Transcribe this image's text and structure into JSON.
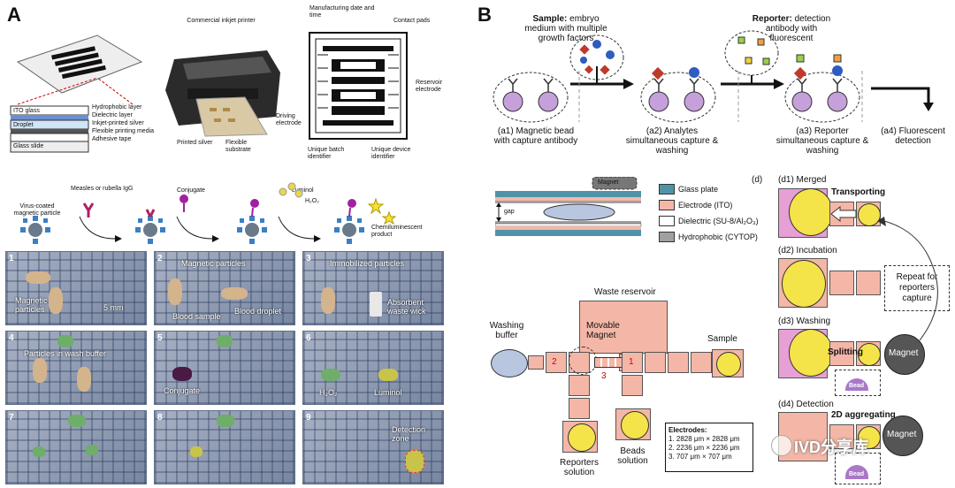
{
  "panel_a": {
    "letter": "A",
    "device_labels": {
      "ito_glass": "ITO glass",
      "droplet": "Droplet",
      "glass_slide": "Glass slide",
      "legend": [
        "Hydrophobic layer",
        "Dielectric layer",
        "Inkjet-printed silver",
        "Flexible printing media",
        "Adhesive tape"
      ],
      "printer": "Commercial inkjet printer",
      "printed_silver": "Printed silver",
      "flexible_substrate": "Flexible substrate",
      "manufacturing": "Manufacturing date and time",
      "contact_pads": "Contact pads",
      "reservoir_electrode": "Reservoir electrode",
      "driving_electrode": "Driving electrode",
      "batch_identifier": "Unique batch identifier",
      "device_identifier": "Unique device identifier"
    },
    "assay_steps": {
      "particle": "Virus-coated magnetic particle",
      "igg": "Measles or rubella IgG",
      "conjugate": "Conjugate",
      "luminol": "Luminol",
      "h2o2": "H₂O₂",
      "product": "Chemiluminescent product"
    },
    "photos": [
      {
        "num": "1",
        "texts": [
          "Magnetic particles",
          "5 mm"
        ]
      },
      {
        "num": "2",
        "texts": [
          "Magnetic particles",
          "Blood sample",
          "Blood droplet"
        ]
      },
      {
        "num": "3",
        "texts": [
          "Immobilized particles",
          "Absorbent waste wick"
        ]
      },
      {
        "num": "4",
        "texts": [
          "Particles in wash buffer"
        ]
      },
      {
        "num": "5",
        "texts": [
          "Conjugate"
        ]
      },
      {
        "num": "6",
        "texts": [
          "H₂O₂",
          "Luminol"
        ]
      },
      {
        "num": "7",
        "texts": []
      },
      {
        "num": "8",
        "texts": []
      },
      {
        "num": "9",
        "texts": [
          "Detection zone"
        ]
      }
    ]
  },
  "panel_b": {
    "letter": "B",
    "sample_bold": "Sample:",
    "sample_text": "embryo medium with multiple growth factors",
    "reporter_bold": "Reporter:",
    "reporter_text": "detection antibody with fluorescent",
    "steps": [
      "(a1) Magnetic bead with capture antibody",
      "(a2) Analytes simultaneous capture & washing",
      "(a3) Reporter simultaneous capture & washing",
      "(a4) Fluorescent detection"
    ],
    "magnet": "Magnet",
    "gap": "gap",
    "legend": [
      {
        "label": "Glass plate",
        "color": "#4f93a8"
      },
      {
        "label": "Electrode (ITO)",
        "color": "#f4b7a7"
      },
      {
        "label": "Dielectric (SU-8/Al₂O₃)",
        "color": "#ffffff"
      },
      {
        "label": "Hydrophobic (CYTOP)",
        "color": "#a0a0a0"
      }
    ],
    "layout": {
      "waste": "Waste reservoir",
      "washing": "Washing buffer",
      "movable_magnet": "Movable Magnet",
      "sample": "Sample",
      "reporters": "Reporters solution",
      "beads": "Beads solution",
      "n1": "1",
      "n2": "2",
      "n3": "3",
      "electrodes_title": "Electrodes:",
      "electrodes": [
        "1. 2828 μm × 2828 μm",
        "2. 2236 μm × 2236 μm",
        "3. 707 μm × 707 μm"
      ]
    },
    "d_label": "(d)",
    "d_steps": {
      "d1": "(d1) Merged",
      "transporting": "Transporting",
      "d2": "(d2) Incubation",
      "d3": "(d3) Washing",
      "splitting": "Splitting",
      "magnet": "Magnet",
      "bead": "Bead",
      "d4": "(d4) Detection",
      "aggregating": "2D aggregating",
      "repeat": "Repeat for reporters capture"
    }
  },
  "watermark": "IVD分享库"
}
